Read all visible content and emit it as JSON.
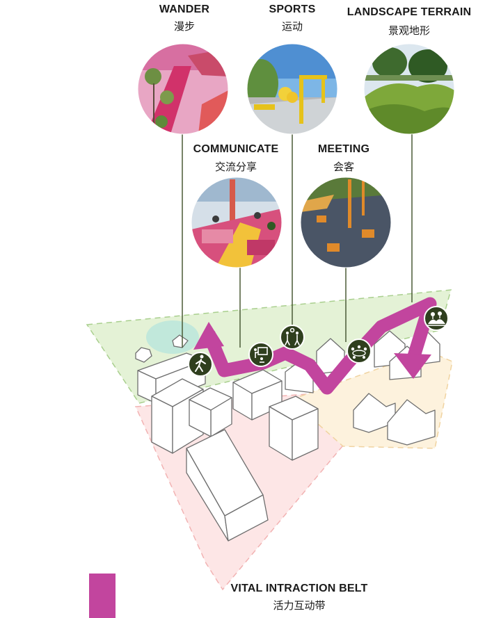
{
  "activities": [
    {
      "id": "wander",
      "en": "WANDER",
      "cn": "漫步",
      "icon": "walking-person-icon"
    },
    {
      "id": "sports",
      "en": "SPORTS",
      "cn": "运动",
      "icon": "ball-players-icon"
    },
    {
      "id": "landscape",
      "en": "LANDSCAPE TERRAIN",
      "cn": "景观地形",
      "icon": "hills-trees-icon"
    },
    {
      "id": "communicate",
      "en": "COMMUNICATE",
      "cn": "交流分享",
      "icon": "presentation-icon"
    },
    {
      "id": "meeting",
      "en": "MEETING",
      "cn": "会客",
      "icon": "round-table-icon"
    }
  ],
  "legend": {
    "en": "VITAL INTRACTION BELT",
    "cn": "活力互动带",
    "color": "#c2459e"
  },
  "colors": {
    "belt": "#c2459e",
    "icon_badge": "#2f3f1e",
    "zone_green": "#e4f2d6",
    "zone_pink": "#fde6e6",
    "zone_yellow": "#fdf2dd",
    "leader_line": "#4a5a36"
  }
}
